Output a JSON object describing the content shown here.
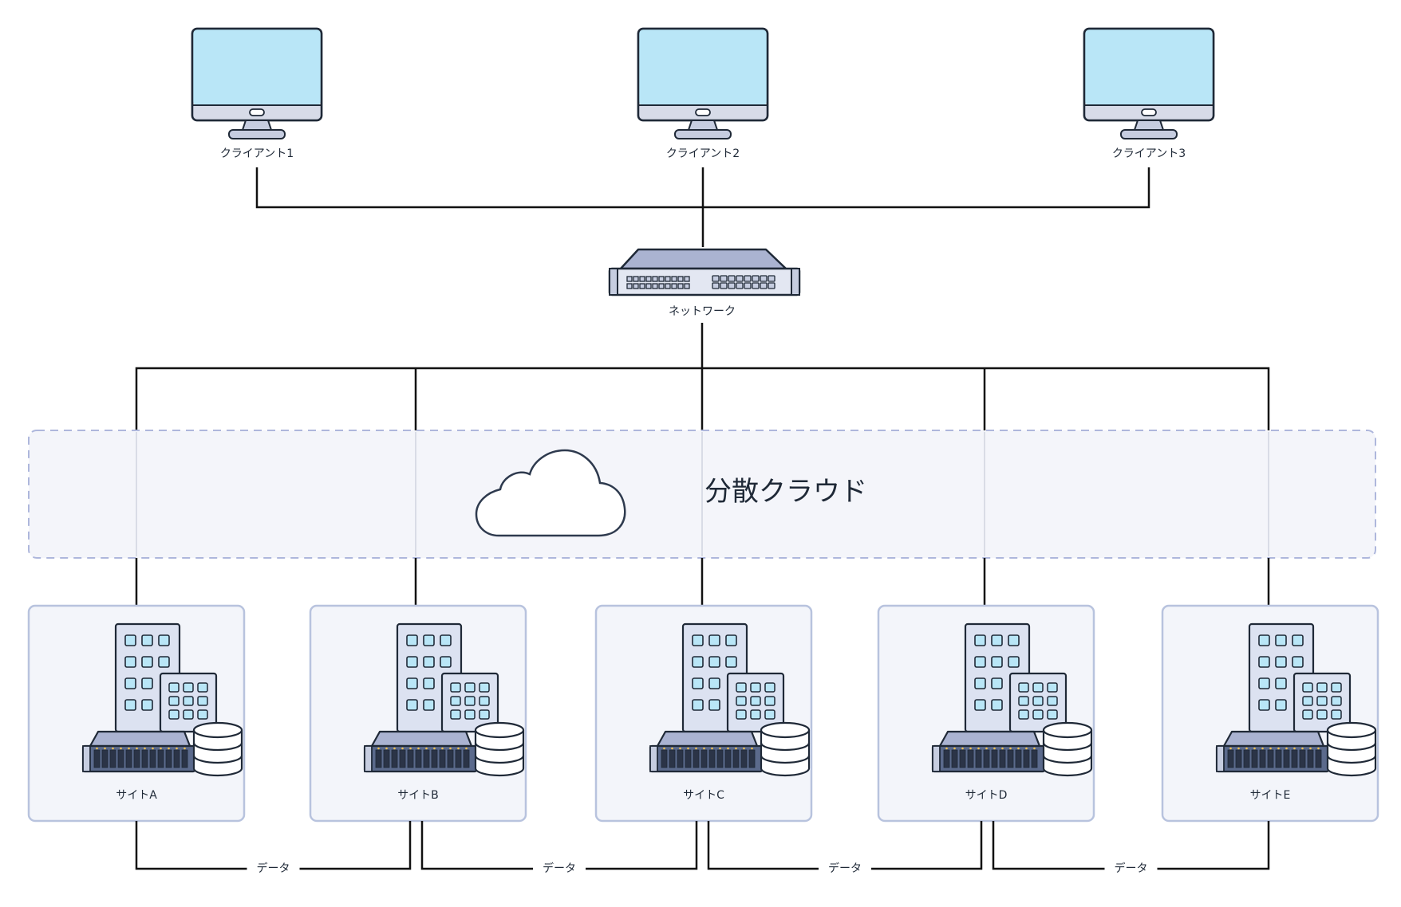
{
  "clients": [
    {
      "label": "クライアント1"
    },
    {
      "label": "クライアント2"
    },
    {
      "label": "クライアント3"
    }
  ],
  "network": {
    "label": "ネットワーク"
  },
  "cloud": {
    "label": "分散クラウド"
  },
  "sites": [
    {
      "label": "サイトA"
    },
    {
      "label": "サイトB"
    },
    {
      "label": "サイトC"
    },
    {
      "label": "サイトD"
    },
    {
      "label": "サイトE"
    }
  ],
  "links": [
    {
      "label": "データ"
    },
    {
      "label": "データ"
    },
    {
      "label": "データ"
    },
    {
      "label": "データ"
    }
  ],
  "colors": {
    "line": "#111111",
    "screen": "#b9e6f7",
    "device_body": "#c6cde0",
    "device_dark": "#5b6a8c",
    "panel_fill": "#f3f5fa",
    "panel_border": "#b8c3de",
    "cloud_band_border": "#aeb7dc",
    "outline": "#1f2937"
  }
}
